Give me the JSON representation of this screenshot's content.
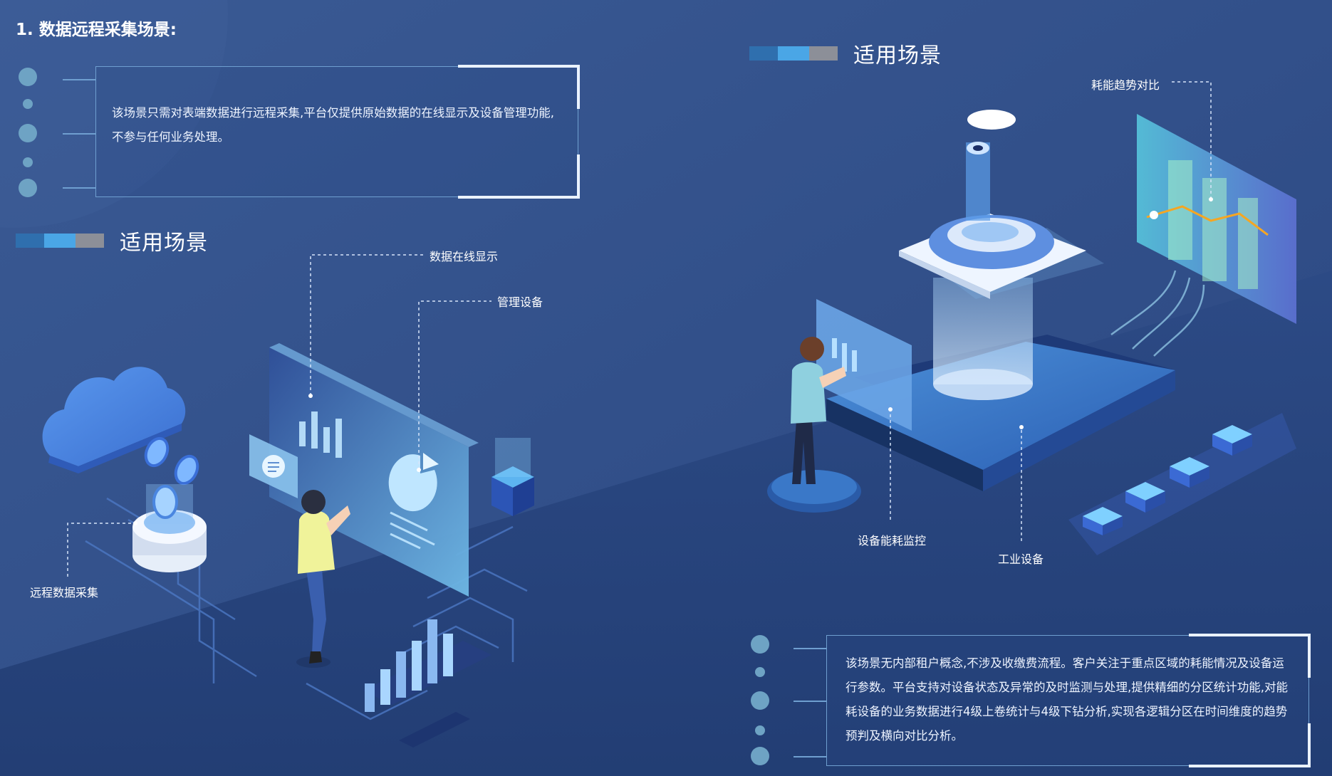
{
  "page_heading": "1. 数据远程采集场景:",
  "colors": {
    "background": "#2f4d86",
    "accent_blue": "#4aa6e6",
    "bar_dark": "#2f6fae",
    "bar_gray": "#8c8f98",
    "frame_line": "#6f9fd0",
    "dot": "#6ea3c4"
  },
  "left": {
    "description": "该场景只需对表端数据进行远程采集,平台仅提供原始数据的在线显示及设备管理功能,不参与任何业务处理。",
    "section_title": "适用场景",
    "callouts": {
      "display": "数据在线显示",
      "manage": "管理设备",
      "collect": "远程数据采集"
    }
  },
  "right": {
    "section_title": "适用场景",
    "callouts": {
      "trend": "耗能趋势对比",
      "monitor": "设备能耗监控",
      "industrial": "工业设备"
    },
    "description": "该场景无内部租户概念,不涉及收缴费流程。客户关注于重点区域的耗能情况及设备运行参数。平台支持对设备状态及异常的及时监测与处理,提供精细的分区统计功能,对能耗设备的业务数据进行4级上卷统计与4级下钻分析,实现各逻辑分区在时间维度的趋势预判及横向对比分析。"
  }
}
